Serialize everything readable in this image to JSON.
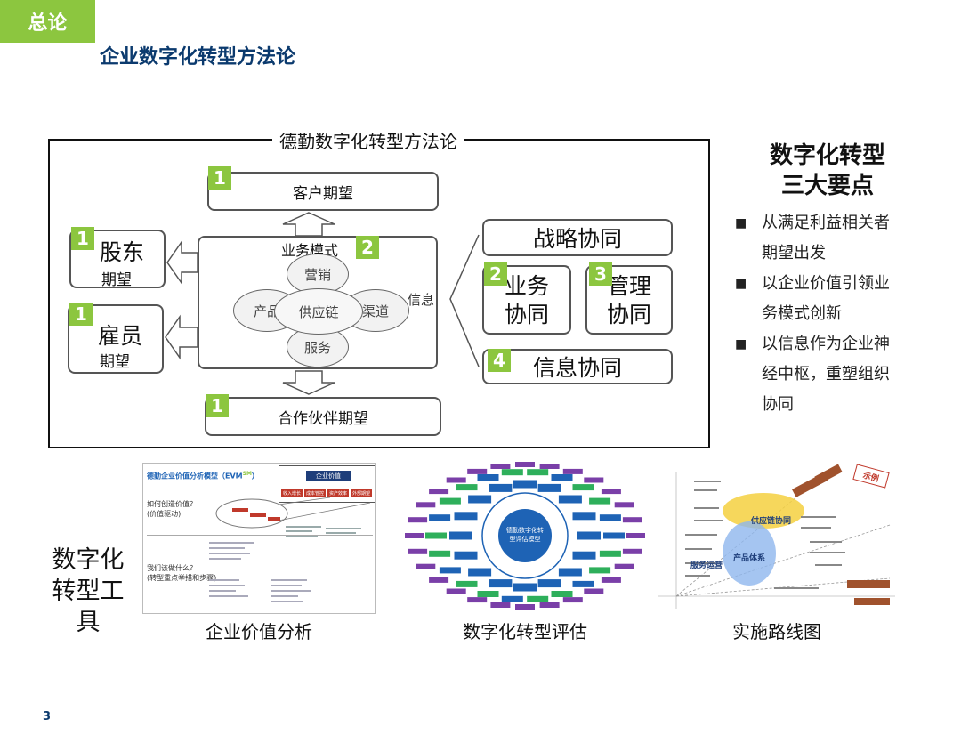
{
  "header": {
    "tag": "总论",
    "subtitle": "企业数字化转型方法论"
  },
  "methodology": {
    "title": "德勤数字化转型方法论",
    "customer": {
      "num": "1",
      "label": "客户期望"
    },
    "shareholder": {
      "num": "1",
      "label": "股东",
      "sub": "期望"
    },
    "employee": {
      "num": "1",
      "label": "雇员",
      "sub": "期望"
    },
    "partner": {
      "num": "1",
      "label": "合作伙伴期望"
    },
    "business_model": {
      "num": "2",
      "label": "业务模式",
      "petals": {
        "top": "营销",
        "left": "产品",
        "center": "供应链",
        "right": "渠道",
        "bottom": "服务"
      },
      "info": "信息"
    },
    "synergy": {
      "strategy": "战略协同",
      "business": {
        "num": "2",
        "line1": "业务",
        "line2": "协同"
      },
      "management": {
        "num": "3",
        "line1": "管理",
        "line2": "协同"
      },
      "info": {
        "num": "4",
        "label": "信息协同"
      }
    }
  },
  "key_points": {
    "title_line1": "数字化转型",
    "title_line2": "三大要点",
    "items": [
      {
        "line1": "从满足利益相关者",
        "line2": "期望出发"
      },
      {
        "line1": "以企业价值引领业",
        "line2": "务模式创新"
      },
      {
        "line1": "以信息作为企业神",
        "line2": "经中枢，重塑组织",
        "line3": "协同"
      }
    ]
  },
  "tools": {
    "label_line1": "数字化",
    "label_line2": "转型工",
    "label_line3": "具",
    "t1": {
      "caption": "企业价值分析",
      "heading": "德勤企业价值分析模型（EVM",
      "sup": "SM",
      "box_title": "企业价值",
      "chips": [
        "收入增长",
        "成本管控",
        "资产效率",
        "外部期望"
      ],
      "q1_line1": "如何创造价值？",
      "q1_line2": "(价值驱动)",
      "q2_line1": "我们该做什么？",
      "q2_line2": "(转型重点举措和步骤)"
    },
    "t2": {
      "caption": "数字化转型评估",
      "core_line1": "德勤数字化转",
      "core_line2": "型评估模型"
    },
    "t3": {
      "caption": "实施路线图",
      "stamp": "示例",
      "bubble1": "供应链协同",
      "bubble2": "产品体系",
      "bubble3": "服务运营"
    }
  },
  "page": {
    "number": "3"
  },
  "colors": {
    "green": "#8CC63F",
    "navy": "#0B3A6E",
    "blue": "#1E63B5",
    "yellow": "#F4D03F",
    "red": "#C0392B"
  }
}
